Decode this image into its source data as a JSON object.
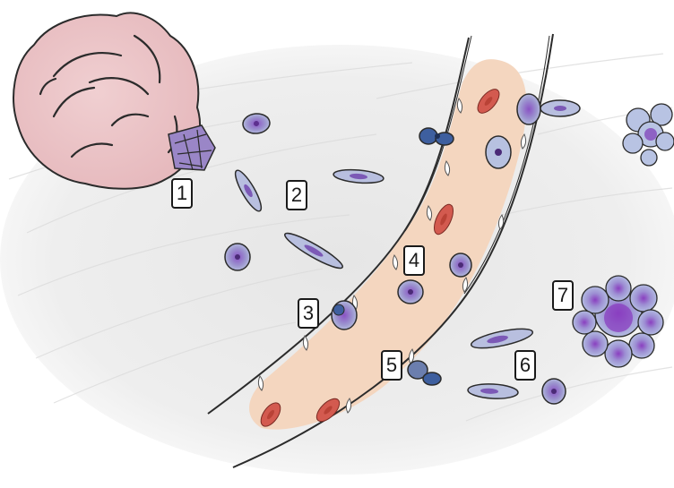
{
  "diagram": {
    "labels": [
      {
        "id": "1",
        "text": "1"
      },
      {
        "id": "2",
        "text": "2"
      },
      {
        "id": "3",
        "text": "3"
      },
      {
        "id": "4",
        "text": "4"
      },
      {
        "id": "5",
        "text": "5"
      },
      {
        "id": "6",
        "text": "6"
      },
      {
        "id": "7",
        "text": "7"
      }
    ],
    "colors": {
      "primary_tumor": "#ecc9cb",
      "vessel": "#f4d6bf",
      "red_blood_cell": "#cf5a4e",
      "tumor_cell": "#8e84c6",
      "platelet": "#3e5f9f",
      "secondary_tumor": "#aebde0",
      "outline": "#2b2b2b"
    }
  }
}
